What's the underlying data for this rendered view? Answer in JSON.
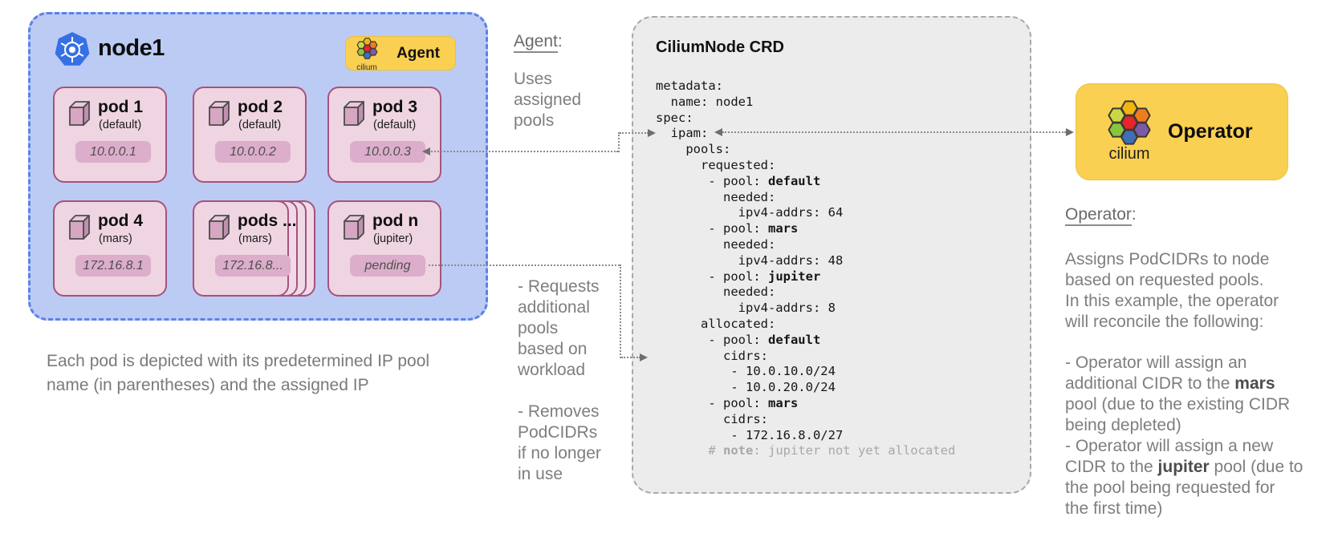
{
  "node": {
    "title": "node1",
    "agent_badge": {
      "label": "Agent",
      "logo_text": "cilium"
    },
    "pods": [
      {
        "name": "pod 1",
        "pool": "(default)",
        "ip": "10.0.0.1",
        "stacked": false
      },
      {
        "name": "pod 2",
        "pool": "(default)",
        "ip": "10.0.0.2",
        "stacked": false
      },
      {
        "name": "pod 3",
        "pool": "(default)",
        "ip": "10.0.0.3",
        "stacked": false
      },
      {
        "name": "pod 4",
        "pool": "(mars)",
        "ip": "172.16.8.1",
        "stacked": false
      },
      {
        "name": "pods ...",
        "pool": "(mars)",
        "ip": "172.16.8...",
        "stacked": true
      },
      {
        "name": "pod n",
        "pool": "(jupiter)",
        "ip": "pending",
        "stacked": false
      }
    ]
  },
  "caption": "Each pod is depicted with its predetermined IP pool\nname (in parentheses) and the assigned IP",
  "agent_notes": {
    "heading": "Agent",
    "heading_colon": ":",
    "uses": "Uses\nassigned\npools",
    "requests": "- Requests\nadditional\npools\nbased on\nworkload",
    "removes": "- Removes\nPodCIDRs\nif no longer\nin use"
  },
  "crd": {
    "title": "CiliumNode CRD",
    "yaml": [
      [
        "metadata:"
      ],
      [
        "  name: node1"
      ],
      [
        "spec:"
      ],
      [
        "  ipam:"
      ],
      [
        "    pools:"
      ],
      [
        "      requested:"
      ],
      [
        "       - pool: ",
        {
          "t": "default",
          "b": true
        }
      ],
      [
        "         needed:"
      ],
      [
        "           ipv4-addrs: 64"
      ],
      [
        "       - pool: ",
        {
          "t": "mars",
          "b": true
        }
      ],
      [
        "         needed:"
      ],
      [
        "           ipv4-addrs: 48"
      ],
      [
        "       - pool: ",
        {
          "t": "jupiter",
          "b": true
        }
      ],
      [
        "         needed:"
      ],
      [
        "           ipv4-addrs: 8"
      ],
      [
        "      allocated:"
      ],
      [
        "       - pool: ",
        {
          "t": "default",
          "b": true
        }
      ],
      [
        "         cidrs:"
      ],
      [
        "          - 10.0.10.0/24"
      ],
      [
        "          - 10.0.20.0/24"
      ],
      [
        "       - pool: ",
        {
          "t": "mars",
          "b": true
        }
      ],
      [
        "         cidrs:"
      ],
      [
        "          - 172.16.8.0/27"
      ],
      [
        {
          "t": "       # ",
          "g": true
        },
        {
          "t": "note",
          "b": true,
          "g": true
        },
        {
          "t": ": jupiter not yet allocated",
          "g": true
        }
      ]
    ]
  },
  "operator": {
    "box_label": "Operator",
    "logo_text": "cilium",
    "heading": "Operator",
    "heading_colon": ":",
    "intro": "Assigns PodCIDRs to node\nbased on requested pools.\nIn this example, the operator\nwill reconcile the following:",
    "bullets": [
      [
        "- Operator will assign an"
      ],
      [
        "additional CIDR to the ",
        {
          "t": "mars",
          "b": true
        }
      ],
      [
        "pool (due to the existing CIDR"
      ],
      [
        "being depleted)"
      ],
      [
        "- Operator will assign a new"
      ],
      [
        "CIDR to the ",
        {
          "t": "jupiter",
          "b": true
        },
        " pool (due to"
      ],
      [
        "the pool being requested for"
      ],
      [
        "the first time)"
      ]
    ]
  },
  "colors": {
    "node_fill": "#bccbf3",
    "node_border": "#5a82e8",
    "pod_fill": "#eed5e1",
    "pod_border": "#a6527f",
    "ip_badge_fill": "#dcaecb",
    "accent_yellow": "#fad052",
    "crd_fill": "#ececec",
    "kubernetes_blue": "#3570e4",
    "cilium_hex": [
      "#c9d943",
      "#f0b612",
      "#ee7d1e",
      "#8ac53e",
      "#e8242d",
      "#7d59a6",
      "#3e6fb7"
    ],
    "text_gray": "#7e7e7e",
    "yaml_text": "#161616",
    "note_gray": "#a8a8a8"
  }
}
